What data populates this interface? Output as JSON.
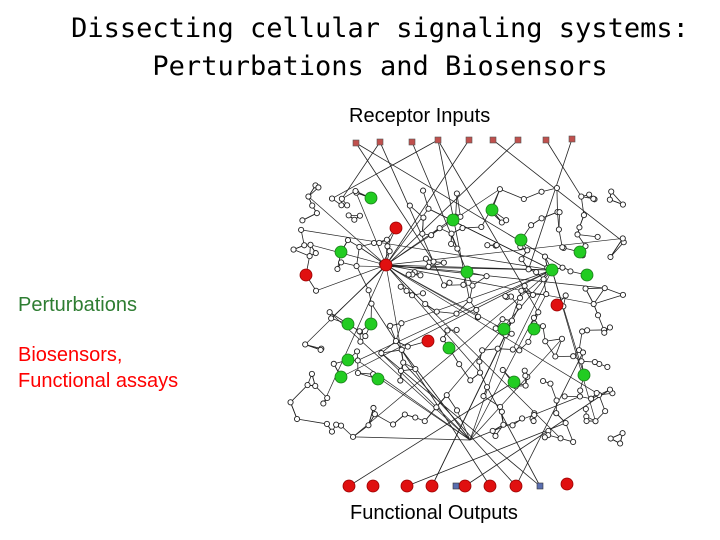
{
  "title": {
    "line1": "Dissecting cellular signaling systems:",
    "line2": "Perturbations and Biosensors"
  },
  "labels": {
    "receptor_inputs": "Receptor Inputs",
    "perturbations": "Perturbations",
    "biosensors_line1": "Biosensors,",
    "biosensors_line2": "Functional assays",
    "functional_outputs": "Functional Outputs"
  },
  "colors": {
    "perturbation": "#2e7d32",
    "biosensor": "#ff0000",
    "green_node": "#22cc22",
    "red_node": "#e01010",
    "receptor_node": "#c0504d",
    "output_node": "#5a6fb0"
  }
}
